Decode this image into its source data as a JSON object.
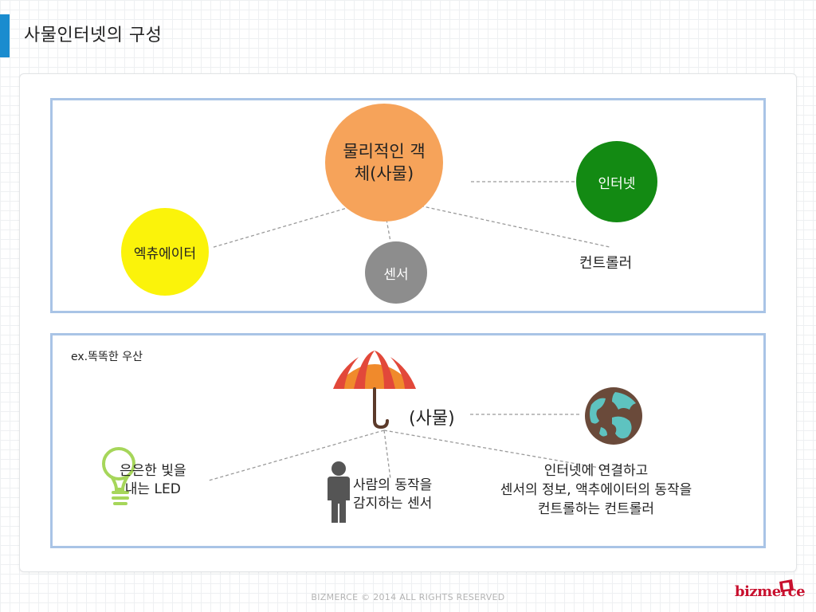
{
  "header": {
    "title": "사물인터넷의 구성"
  },
  "top_diagram": {
    "center": {
      "line1": "물리적인 객",
      "line2": "체(사물)"
    },
    "internet": "인터넷",
    "actuator": "엑츄에이터",
    "sensor": "센서",
    "controller": "컨트롤러"
  },
  "bottom_diagram": {
    "example": "ex.똑똑한 우산",
    "thing": "(사물)",
    "led": {
      "line1": "은은한 빛을",
      "line2": "내는 LED"
    },
    "detect": {
      "line1": "사람의 동작을",
      "line2": "감지하는 센서"
    },
    "connect": {
      "line1": "인터넷에 연결하고",
      "line2": "센서의 정보, 액추에이터의 동작을",
      "line3": "컨트롤하는 컨트롤러"
    }
  },
  "footer": {
    "copyright": "BIZMERCE © 2014 ALL RIGHTS RESERVED",
    "logo": "bizmerce"
  },
  "colors": {
    "accent": "#1a8ccf",
    "panel_border": "#a9c4e6",
    "thing_orange": "#f6a35a",
    "internet_green": "#138a13",
    "actuator_yellow": "#fbf30a",
    "sensor_gray": "#8d8d8d"
  },
  "icons": [
    "umbrella-icon",
    "globe-icon",
    "lightbulb-icon",
    "person-icon"
  ]
}
